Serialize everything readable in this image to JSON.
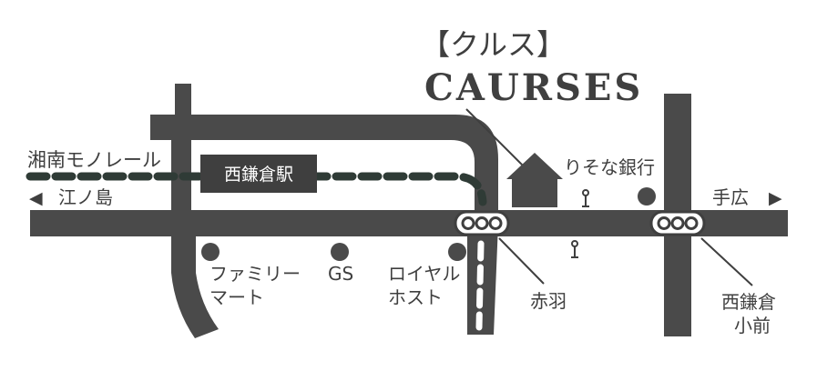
{
  "title": {
    "kana": "【クルス】",
    "roman": "CAURSES"
  },
  "rail_line": "湘南モノレール",
  "station": "西鎌倉駅",
  "directions": {
    "left": "江ノ島",
    "right": "手広"
  },
  "arrows": {
    "left": "◀",
    "right": "▶"
  },
  "landmarks": {
    "bank": "りそな銀行",
    "family_mart_line1": "ファミリー",
    "family_mart_line2": "マート",
    "gas_station": "GS",
    "royal_host_line1": "ロイヤル",
    "royal_host_line2": "ホスト"
  },
  "intersections": {
    "akabane": "赤羽",
    "nishikamakura_line1": "西鎌倉",
    "nishikamakura_line2": "小前"
  },
  "colors": {
    "road": "#4a4a4a",
    "rail": "#2f3b36",
    "text": "#3f3f3f",
    "background": "#ffffff"
  }
}
